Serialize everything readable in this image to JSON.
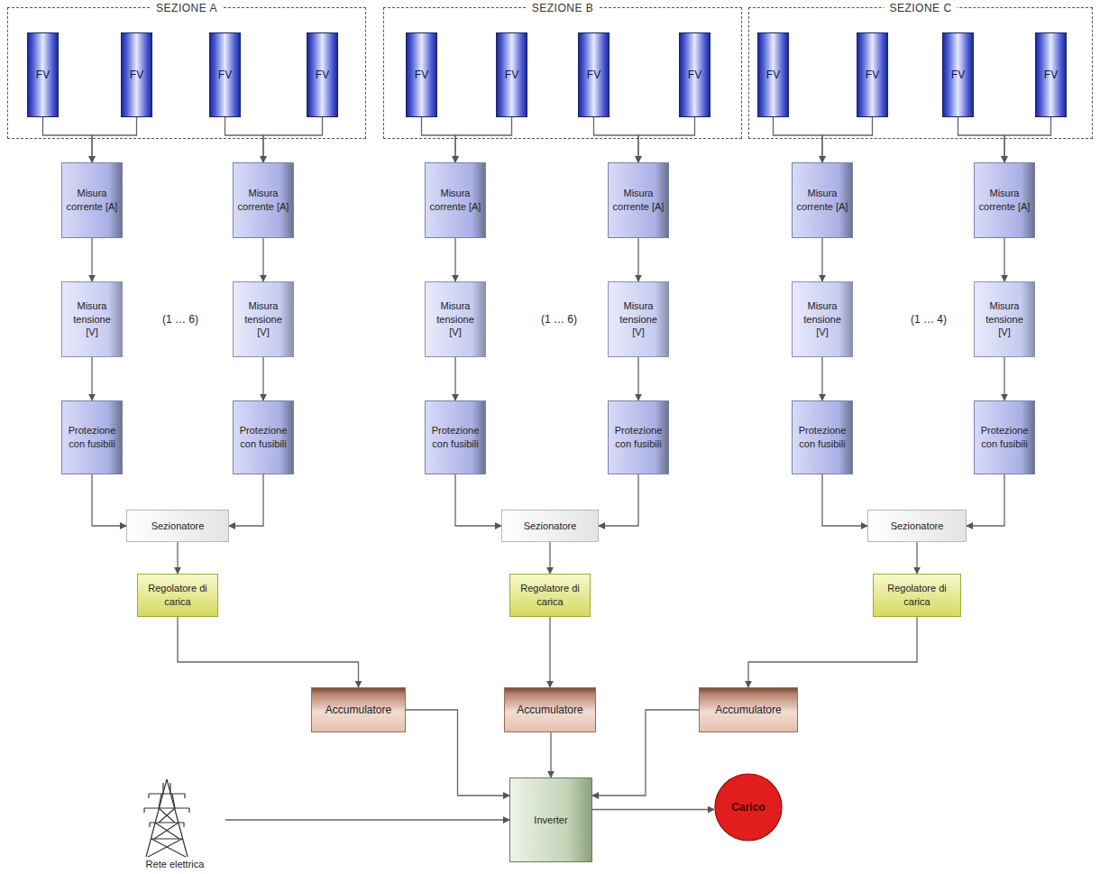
{
  "diagram": {
    "nodes": [
      {
        "text": [
          "SEZIONE A"
        ]
      },
      {
        "text": [
          "FV"
        ],
        "in": 0
      },
      {
        "text": [
          "FV"
        ],
        "in": 0
      },
      {
        "text": [
          "FV"
        ],
        "in": 0
      },
      {
        "text": [
          "FV"
        ],
        "in": 0
      },
      {
        "text": [
          "SEZIONE B"
        ]
      },
      {
        "text": [
          "FV"
        ],
        "in": 5
      },
      {
        "text": [
          "FV"
        ],
        "in": 5
      },
      {
        "text": [
          "FV"
        ],
        "in": 5
      },
      {
        "text": [
          "FV"
        ],
        "in": 5
      },
      {
        "text": [
          "SEZIONE C"
        ]
      },
      {
        "text": [
          "FV"
        ],
        "in": 10
      },
      {
        "text": [
          "FV"
        ],
        "in": 10
      },
      {
        "text": [
          "FV"
        ],
        "in": 10
      },
      {
        "text": [
          "FV"
        ],
        "in": 10
      },
      {
        "text": [
          "Misura corrente [A]"
        ]
      },
      {
        "text": [
          "Misura tensione [V]"
        ]
      },
      {
        "text": [
          "Protezione con fusibili"
        ]
      },
      {
        "text": [
          "Misura corrente [A]"
        ]
      },
      {
        "text": [
          "Misura tensione [V]"
        ]
      },
      {
        "text": [
          "Protezione con fusibili"
        ]
      },
      {
        "text": [
          "Sezionatore"
        ]
      },
      {
        "text": [
          "Regolatore di carica"
        ]
      },
      {
        "text": [
          "Misura corrente [A]"
        ]
      },
      {
        "text": [
          "Misura tensione [V]"
        ]
      },
      {
        "text": [
          "Protezione con fusibili"
        ]
      },
      {
        "text": [
          "Misura corrente [A]"
        ]
      },
      {
        "text": [
          "Misura tensione [V]"
        ]
      },
      {
        "text": [
          "Protezione con fusibili"
        ]
      },
      {
        "text": [
          "Sezionatore"
        ]
      },
      {
        "text": [
          "Regolatore di carica"
        ]
      },
      {
        "text": [
          "Misura corrente [A]"
        ]
      },
      {
        "text": [
          "Misura tensione [V]"
        ]
      },
      {
        "text": [
          "Protezione con fusibili"
        ]
      },
      {
        "text": [
          "Misura corrente [A]"
        ]
      },
      {
        "text": [
          "Misura tensione [V]"
        ]
      },
      {
        "text": [
          "Protezione con fusibili"
        ]
      },
      {
        "text": [
          "Sezionatore"
        ]
      },
      {
        "text": [
          "Regolatore di carica"
        ]
      },
      {
        "text": [
          "Accumulatore"
        ]
      },
      {
        "text": [
          "Accumulatore"
        ]
      },
      {
        "text": [
          "Accumulatore"
        ]
      },
      {
        "text": [
          "Inverter"
        ]
      },
      {
        "text": [
          "Carico"
        ]
      },
      {
        "text": [
          "Rete elettrica"
        ]
      }
    ],
    "edges": [
      {
        "from": 1,
        "to": 15,
        "arrow": "to"
      },
      {
        "from": 2,
        "to": 15,
        "arrow": "to"
      },
      {
        "from": 3,
        "to": 18,
        "arrow": "to"
      },
      {
        "from": 4,
        "to": 18,
        "arrow": "to"
      },
      {
        "from": 15,
        "to": 16,
        "arrow": "to"
      },
      {
        "from": 16,
        "to": 17,
        "arrow": "to"
      },
      {
        "from": 18,
        "to": 19,
        "arrow": "to"
      },
      {
        "from": 19,
        "to": 20,
        "arrow": "to"
      },
      {
        "from": 17,
        "to": 21,
        "arrow": "to"
      },
      {
        "from": 20,
        "to": 21,
        "arrow": "to"
      },
      {
        "from": 21,
        "to": 22,
        "arrow": "to"
      },
      {
        "from": 22,
        "to": 39,
        "arrow": "to"
      },
      {
        "from": 6,
        "to": 23,
        "arrow": "to"
      },
      {
        "from": 7,
        "to": 23,
        "arrow": "to"
      },
      {
        "from": 8,
        "to": 26,
        "arrow": "to"
      },
      {
        "from": 9,
        "to": 26,
        "arrow": "to"
      },
      {
        "from": 23,
        "to": 24,
        "arrow": "to"
      },
      {
        "from": 24,
        "to": 25,
        "arrow": "to"
      },
      {
        "from": 26,
        "to": 27,
        "arrow": "to"
      },
      {
        "from": 27,
        "to": 28,
        "arrow": "to"
      },
      {
        "from": 25,
        "to": 29,
        "arrow": "to"
      },
      {
        "from": 28,
        "to": 29,
        "arrow": "to"
      },
      {
        "from": 29,
        "to": 30,
        "arrow": "to"
      },
      {
        "from": 30,
        "to": 40,
        "arrow": "to"
      },
      {
        "from": 11,
        "to": 31,
        "arrow": "to"
      },
      {
        "from": 12,
        "to": 31,
        "arrow": "to"
      },
      {
        "from": 13,
        "to": 34,
        "arrow": "to"
      },
      {
        "from": 14,
        "to": 34,
        "arrow": "to"
      },
      {
        "from": 31,
        "to": 32,
        "arrow": "to"
      },
      {
        "from": 32,
        "to": 33,
        "arrow": "to"
      },
      {
        "from": 34,
        "to": 35,
        "arrow": "to"
      },
      {
        "from": 35,
        "to": 36,
        "arrow": "to"
      },
      {
        "from": 33,
        "to": 37,
        "arrow": "to"
      },
      {
        "from": 36,
        "to": 37,
        "arrow": "to"
      },
      {
        "from": 37,
        "to": 38,
        "arrow": "to"
      },
      {
        "from": 38,
        "to": 41,
        "arrow": "to"
      },
      {
        "from": 39,
        "to": 42,
        "arrow": "to"
      },
      {
        "from": 40,
        "to": 42,
        "arrow": "to"
      },
      {
        "from": 41,
        "to": 42,
        "arrow": "to"
      },
      {
        "from": 42,
        "to": 43,
        "arrow": "to"
      },
      {
        "from": 44,
        "to": 42,
        "arrow": "to"
      }
    ],
    "labels": [
      "(1 … 6)",
      "(1 … 6)",
      "(1 … 4)"
    ]
  }
}
